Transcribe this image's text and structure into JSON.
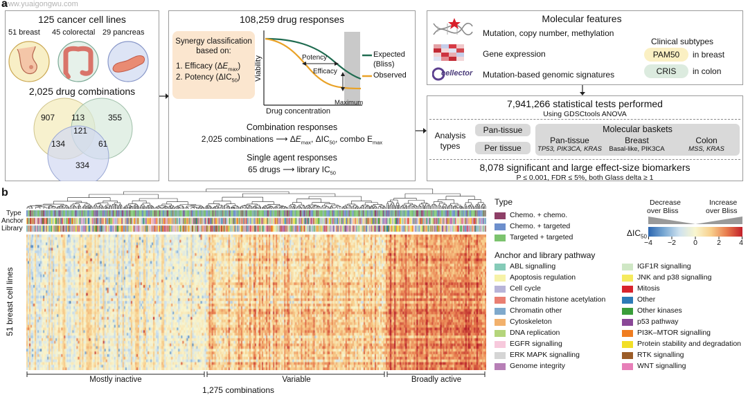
{
  "panel_a": {
    "label": "a",
    "watermark": "www.yuaigongwu.com",
    "cell_lines": {
      "title": "125 cancer cell lines",
      "breast": "51 breast",
      "colorectal": "45 colorectal",
      "pancreas": "29 pancreas",
      "combos_title": "2,025 drug combinations",
      "venn": {
        "a_only": "907",
        "b_only": "355",
        "ab": "113",
        "abc": "121",
        "ac": "134",
        "bc": "61",
        "c_only": "334"
      }
    },
    "responses": {
      "title": "108,259 drug responses",
      "synergy_l1": "Synergy classification",
      "synergy_l2": "based on:",
      "eff_pre": "1. Efficacy (Δ",
      "eff_E": "E",
      "eff_sub": "max",
      "eff_post": ")",
      "pot_pre": "2. Potency (ΔIC",
      "pot_sub": "50",
      "pot_post": ")",
      "y_label": "Viability",
      "x_label": "Drug concentration",
      "maximum": "Maximum",
      "potency": "Potency",
      "efficacy": "Efficacy",
      "legend_expected_1": "Expected",
      "legend_expected_2": "(Bliss)",
      "legend_observed": "Observed",
      "combo_title": "Combination responses",
      "combo_line_pre": "2,025 combinations ⟶ Δ",
      "combo_E": "E",
      "combo_sub_max": "max",
      "combo_line_mid": ", ΔIC",
      "combo_sub_50": "50",
      "combo_line_post": ", combo E",
      "combo_sub_max2": "max",
      "single_title": "Single agent responses",
      "single_line_pre": "65 drugs ⟶ library IC",
      "single_sub": "50"
    },
    "molecular": {
      "title": "Molecular features",
      "mutation": "Mutation, copy number, methylation",
      "expression": "Gene expression",
      "signatures": "Mutation-based genomic signatures",
      "logo_text": "cellector",
      "clinical_title": "Clinical subtypes",
      "pam50": "PAM50",
      "in_breast": "in breast",
      "cris": "CRIS",
      "in_colon": "in colon"
    },
    "analysis": {
      "tests": "7,941,266 statistical tests performed",
      "tests_sub": "Using GDSCtools ANOVA",
      "types_1": "Analysis",
      "types_2": "types",
      "pan_tissue": "Pan-tissue",
      "per_tissue": "Per tissue",
      "baskets": "Molecular baskets",
      "b_pan": "Pan-tissue",
      "b_pan_genes": "TP53, PIK3CA, KRAS",
      "b_breast": "Breast",
      "b_breast_genes": "Basal-like, PIK3CA",
      "b_colon": "Colon",
      "b_colon_genes": "MSS, KRAS",
      "biomarkers": "8,078 significant and large effect-size biomarkers",
      "criteria": "P ≤ 0.001, FDR ≤  5%, both Glass delta ≥ 1"
    }
  },
  "panel_b": {
    "label": "b",
    "row_type": "Type",
    "row_anchor": "Anchor",
    "row_library": "Library",
    "y_label": "51 breast cell lines",
    "segments": [
      "Mostly inactive",
      "Variable",
      "Broadly active"
    ],
    "x_label": "1,275 combinations",
    "type_legend_title": "Type",
    "type_items": [
      {
        "label": "Chemo. + chemo.",
        "color": "#8e3f67"
      },
      {
        "label": "Chemo. + targeted",
        "color": "#6d8fcc"
      },
      {
        "label": "Targeted + targeted",
        "color": "#7cc36e"
      }
    ],
    "pathway_title": "Anchor and library pathway",
    "pathways_left": [
      {
        "label": "ABL signalling",
        "color": "#85cbb8"
      },
      {
        "label": "Apoptosis regulation",
        "color": "#f6f2a7"
      },
      {
        "label": "Cell cycle",
        "color": "#b8b4d8"
      },
      {
        "label": "Chromatin histone acetylation",
        "color": "#ea7f72"
      },
      {
        "label": "Chromatin other",
        "color": "#7fa9cc"
      },
      {
        "label": "Cytoskeleton",
        "color": "#f2b16c"
      },
      {
        "label": "DNA replication",
        "color": "#b4d57b"
      },
      {
        "label": "EGFR signalling",
        "color": "#f7c9dc"
      },
      {
        "label": "ERK MAPK signalling",
        "color": "#d5d5d5"
      },
      {
        "label": "Genome integrity",
        "color": "#b77fb6"
      }
    ],
    "pathways_right": [
      {
        "label": "IGF1R signalling",
        "color": "#cfe7c5"
      },
      {
        "label": "JNK and p38 signalling",
        "color": "#f5ea5e"
      },
      {
        "label": "Mitosis",
        "color": "#d8242c"
      },
      {
        "label": "Other",
        "color": "#2d7bb6"
      },
      {
        "label": "Other kinases",
        "color": "#3a9d3a"
      },
      {
        "label": "p53 pathway",
        "color": "#8a4797"
      },
      {
        "label": "PI3K–MTOR signalling",
        "color": "#f07d20"
      },
      {
        "label": "Protein stability and degradation",
        "color": "#f2df27"
      },
      {
        "label": "RTK signalling",
        "color": "#9b5d28"
      },
      {
        "label": "WNT signalling",
        "color": "#e77fb8"
      }
    ],
    "scale": {
      "decrease_1": "Decrease",
      "decrease_2": "over Bliss",
      "increase_1": "Increase",
      "increase_2": "over Bliss",
      "label_pre": "ΔIC",
      "label_sub": "50",
      "ticks": [
        "−4",
        "−2",
        "0",
        "2",
        "4"
      ]
    }
  },
  "colors": {
    "expected_line": "#1f6b50",
    "observed_line": "#e9a227",
    "pill_green": "#dcebdf",
    "pill_yellow": "#fbf0c3",
    "synergy_bg": "#fbe6cf"
  }
}
